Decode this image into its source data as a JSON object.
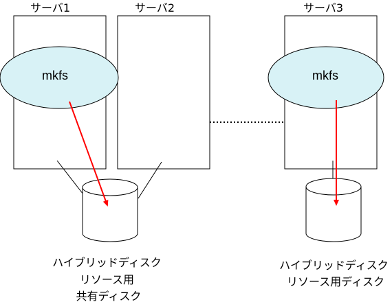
{
  "servers": {
    "server1": {
      "label": "サーバ1"
    },
    "server2": {
      "label": "サーバ2"
    },
    "server3": {
      "label": "サーバ3"
    }
  },
  "processes": {
    "mkfs1": {
      "label": "mkfs"
    },
    "mkfs3": {
      "label": "mkfs"
    }
  },
  "disks": {
    "shared": {
      "caption_lines": [
        "ハイブリッドディスク",
        "リソース用",
        "共有ディスク"
      ]
    },
    "local": {
      "caption_lines": [
        "ハイブリッドディスク",
        "リソース用ディスク"
      ]
    }
  },
  "colors": {
    "ellipse_fill": "#d8f2f6",
    "arrow": "#ff0000",
    "stroke": "#000000"
  }
}
